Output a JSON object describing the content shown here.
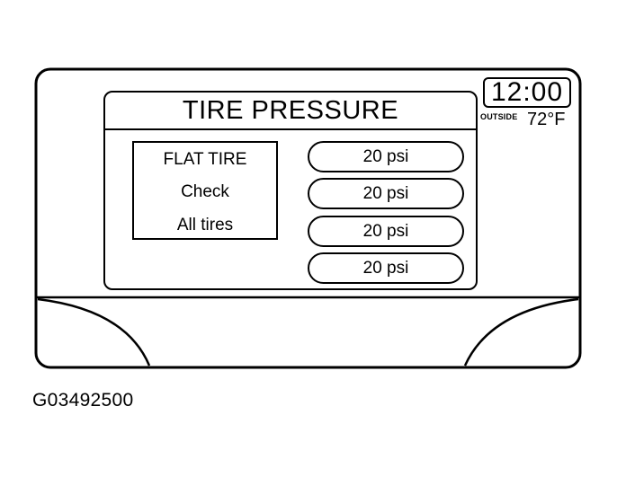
{
  "display": {
    "clock": "12:00",
    "outside_label": "OUTSIDE",
    "outside_temp": "72°F"
  },
  "screen": {
    "title": "TIRE PRESSURE",
    "warning": {
      "lines": [
        "FLAT TIRE",
        "Check",
        "All tires"
      ]
    },
    "tires": [
      {
        "pressure": "20 psi"
      },
      {
        "pressure": "20 psi"
      },
      {
        "pressure": "20 psi"
      },
      {
        "pressure": "20 psi"
      }
    ]
  },
  "figure_code": "G03492500"
}
